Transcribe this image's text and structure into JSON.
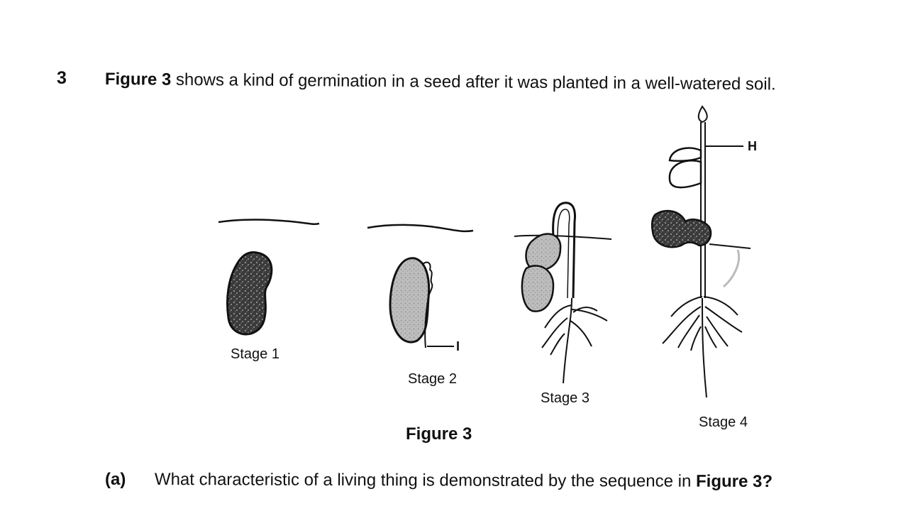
{
  "question": {
    "number": "3",
    "stem_bold": "Figure 3",
    "stem_rest": " shows a kind of germination in a seed after it was planted in a well-watered soil."
  },
  "figure": {
    "caption": "Figure 3",
    "stages": [
      {
        "label": "Stage 1"
      },
      {
        "label": "Stage 2"
      },
      {
        "label": "Stage 3"
      },
      {
        "label": "Stage 4"
      }
    ],
    "labels": {
      "H": "H",
      "I": "I"
    }
  },
  "subquestion": {
    "label": "(a)",
    "text_prefix": "What characteristic of a living thing is demonstrated by the sequence in ",
    "text_bold": "Figure 3",
    "text_suffix": "?"
  }
}
